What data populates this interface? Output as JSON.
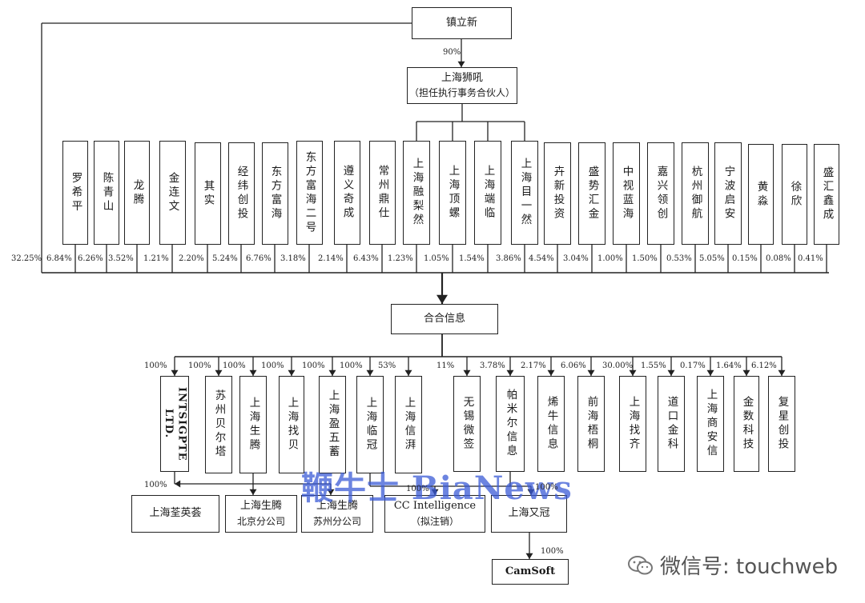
{
  "top_person": {
    "label": "镇立新"
  },
  "top_person_pct": "90%",
  "gp": {
    "label": "上海狮吼",
    "sub": "（担任执行事务合伙人）"
  },
  "shareholders": [
    {
      "name": "罗希平",
      "pct": "6.84%"
    },
    {
      "name": "陈青山",
      "pct": "6.26%"
    },
    {
      "name": "龙腾",
      "pct": "3.52%"
    },
    {
      "name": "金连文",
      "pct": "1.21%"
    },
    {
      "name": "其实",
      "pct": "2.20%"
    },
    {
      "name": "经纬创投",
      "pct": "5.24%"
    },
    {
      "name": "东方富海",
      "pct": "6.76%"
    },
    {
      "name": "东方富海二号",
      "pct": "3.18%"
    },
    {
      "name": "遵义奇成",
      "pct": "2.14%"
    },
    {
      "name": "常州鼎仕",
      "pct": "6.43%"
    },
    {
      "name": "上海融梨然",
      "pct": "1.23%"
    },
    {
      "name": "上海顶螺",
      "pct": "1.05%"
    },
    {
      "name": "上海端临",
      "pct": "1.54%"
    },
    {
      "name": "上海目一然",
      "pct": "3.86%"
    },
    {
      "name": "卉新投资",
      "pct": "4.54%"
    },
    {
      "name": "盛势汇金",
      "pct": "3.04%"
    },
    {
      "name": "中视蓝海",
      "pct": "1.00%"
    },
    {
      "name": "嘉兴领创",
      "pct": "1.50%"
    },
    {
      "name": "杭州御航",
      "pct": "0.53%"
    },
    {
      "name": "宁波启安",
      "pct": "5.05%"
    },
    {
      "name": "黄淼",
      "pct": "0.15%"
    },
    {
      "name": "徐欣",
      "pct": "0.08%"
    },
    {
      "name": "盛汇鑫成",
      "pct": "0.41%"
    }
  ],
  "direct_pct": "32.25%",
  "company": {
    "label": "合合信息"
  },
  "subsidiaries": [
    {
      "name": "INTSIGPTE LTD.",
      "pct": "100%"
    },
    {
      "name": "苏州贝尔塔",
      "pct": "100%"
    },
    {
      "name": "上海生腾",
      "pct": "100%"
    },
    {
      "name": "上海找贝",
      "pct": "100%"
    },
    {
      "name": "上海盈五蓄",
      "pct": "100%"
    },
    {
      "name": "上海临冠",
      "pct": "100%"
    },
    {
      "name": "上海信湃",
      "pct": "53%"
    },
    {
      "name": "无锡微签",
      "pct": "11%"
    },
    {
      "name": "帕米尔信息",
      "pct": "3.78%"
    },
    {
      "name": "烯牛信息",
      "pct": "2.17%"
    },
    {
      "name": "前海梧桐",
      "pct": "6.06%"
    },
    {
      "name": "上海找齐",
      "pct": "30.00%"
    },
    {
      "name": "道口金科",
      "pct": "1.55%"
    },
    {
      "name": "上海商安信",
      "pct": "0.17%"
    },
    {
      "name": "金数科技",
      "pct": "1.64%"
    },
    {
      "name": "复星创投",
      "pct": "6.12%"
    }
  ],
  "level3": [
    {
      "line1": "上海荃英荟",
      "line2": "",
      "pct": "100%"
    },
    {
      "line1": "上海生腾",
      "line2": "北京分公司",
      "pct": ""
    },
    {
      "line1": "上海生腾",
      "line2": "苏州分公司",
      "pct": ""
    },
    {
      "line1": "CC Intelligence",
      "line2": "（拟注销）",
      "pct": "100%"
    },
    {
      "line1": "上海又冠",
      "line2": "",
      "pct": "100%"
    }
  ],
  "camsoft": {
    "label": "CamSoft",
    "pct": "100%"
  },
  "watermark": "鞭牛士 BiaNews",
  "wechat_label": "微信号: touchweb",
  "colors": {
    "line": "#222222",
    "watermark": "#3b5bd6",
    "wechat_text": "#555555"
  }
}
